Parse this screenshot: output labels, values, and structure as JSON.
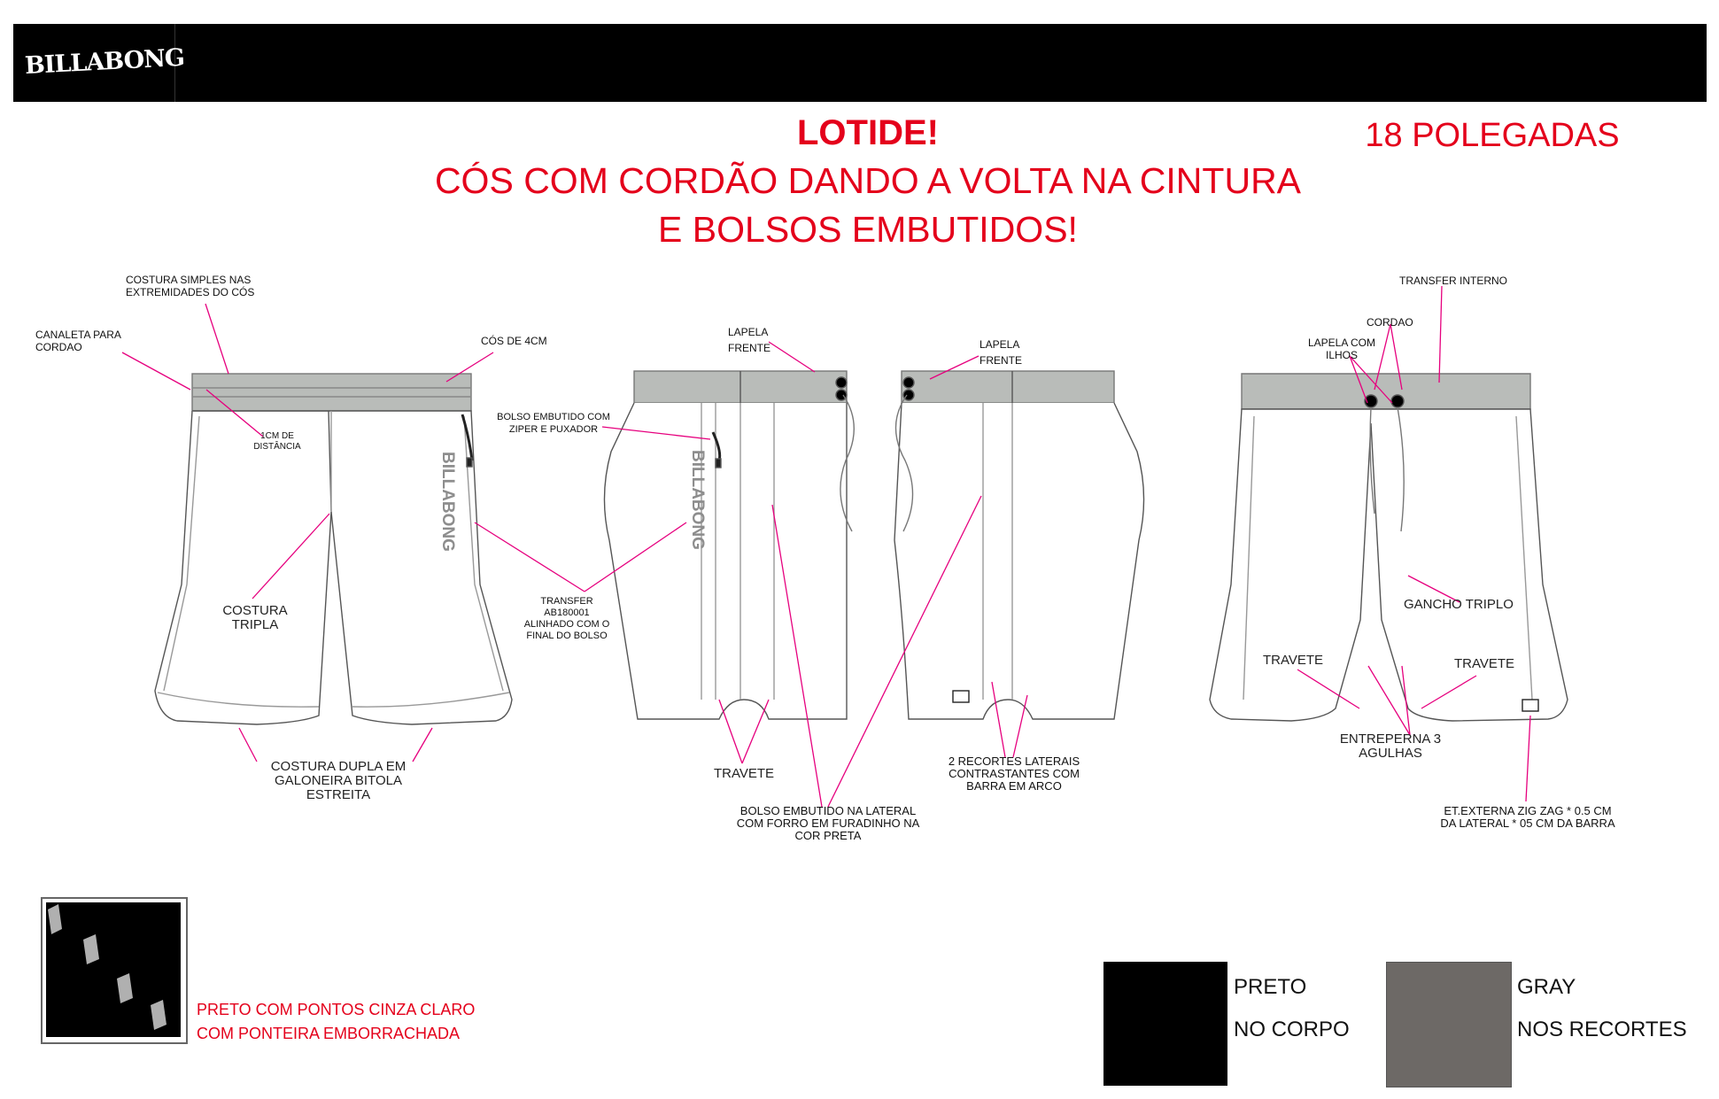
{
  "header": {
    "brand": "BILLABONG"
  },
  "titles": {
    "line1": "LOTIDE!",
    "line2": "CÓS COM CORDÃO DANDO A VOLTA NA CINTURA",
    "line3": "E BOLSOS EMBUTIDOS!",
    "size": "18 POLEGADAS"
  },
  "labels": {
    "costura_simples": "COSTURA SIMPLES NAS EXTREMIDADES DO CÓS",
    "canaleta": "CANALETA PARA CORDAO",
    "cos_4cm": "CÓS DE 4CM",
    "distancia": "1CM DE DISTÂNCIA",
    "costura_tripla": "COSTURA TRIPLA",
    "costura_dupla": "COSTURA DUPLA EM GALONEIRA BITOLA ESTREITA",
    "bolso_ziper": "BOLSO EMBUTIDO COM ZIPER E PUXADOR",
    "transfer": "TRANSFER AB180001 ALINHADO COM O FINAL DO BOLSO",
    "lapela_frente_1": "LAPELA FRENTE",
    "lapela_frente_2": "LAPELA FRENTE",
    "travete_1": "TRAVETE",
    "bolso_lateral": "BOLSO EMBUTIDO NA LATERAL COM FORRO EM FURADINHO NA COR PRETA",
    "recortes": "2 RECORTES LATERAIS CONTRASTANTES COM BARRA EM ARCO",
    "transfer_interno": "TRANSFER INTERNO",
    "cordao": "CORDAO",
    "lapela_ilhos": "LAPELA COM ILHOS",
    "gancho": "GANCHO TRIPLO",
    "travete_2": "TRAVETE",
    "travete_3": "TRAVETE",
    "entreperna": "ENTREPERNA 3 AGULHAS",
    "etiqueta": "ET.EXTERNA ZIG ZAG * 0.5 CM DA LATERAL * 05 CM DA BARRA",
    "print_brand": "BILLABONG"
  },
  "swatches": {
    "pattern_text_1": "PRETO COM PONTOS CINZA CLARO",
    "pattern_text_2": "COM PONTEIRA EMBORRACHADA",
    "color1": {
      "name": "PRETO",
      "use": "NO CORPO",
      "hex": "#000000"
    },
    "color2": {
      "name": "GRAY",
      "use": "NOS RECORTES",
      "hex": "#6d6966"
    }
  },
  "colors": {
    "accent": "#e4001b",
    "leader": "#e6007e",
    "waistband": "#b9bcb9",
    "pattern_dot": "#b0b0b0"
  }
}
